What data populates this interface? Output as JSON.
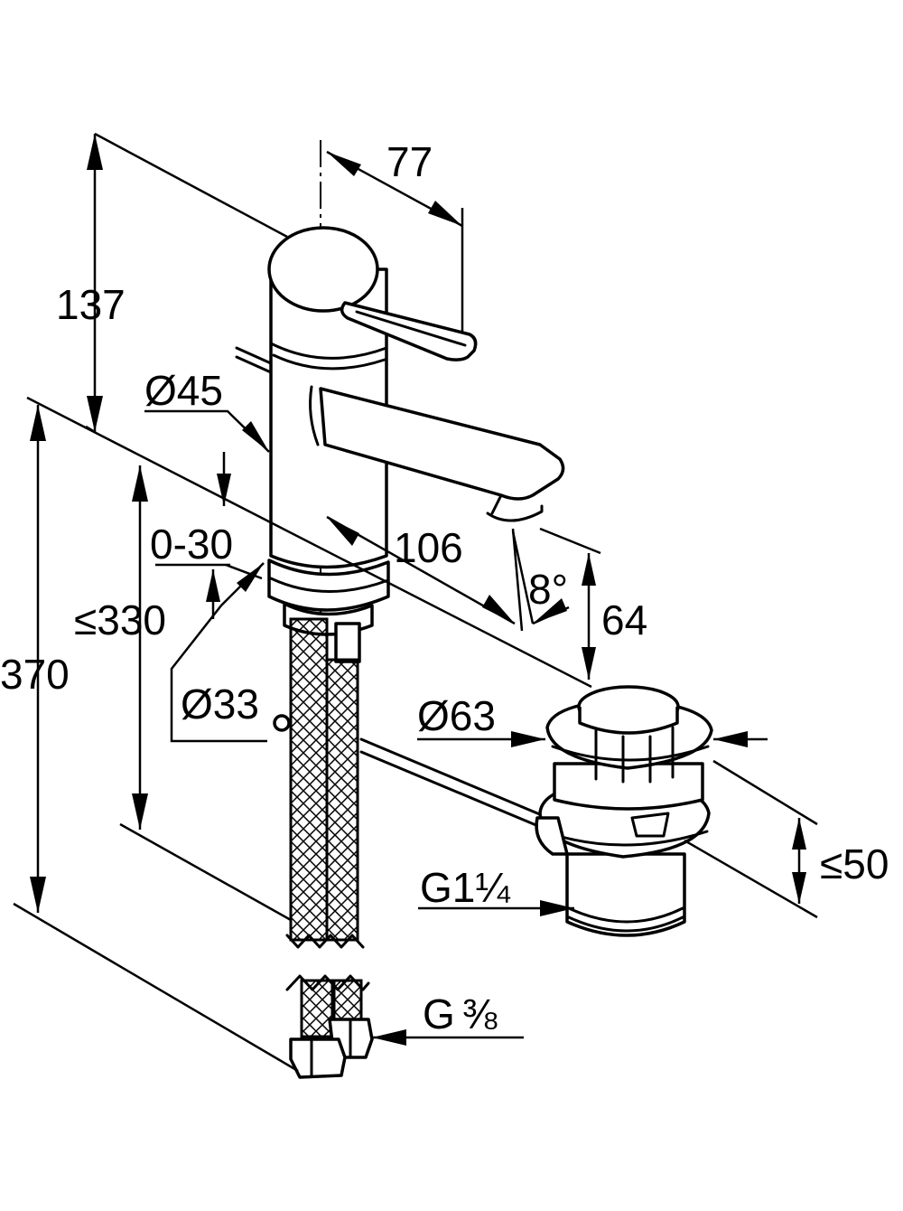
{
  "dimensions": {
    "d77": "77",
    "d137": "137",
    "d45": "Ø45",
    "d030": "0-30",
    "d106": "106",
    "d8deg": "8°",
    "d64": "64",
    "d330": "≤330",
    "d370": "370",
    "d33": "Ø33",
    "d63": "Ø63",
    "d50": "≤50",
    "g114": "G1¼",
    "g38_prefix": "G",
    "g38_fraction": "⅜"
  }
}
